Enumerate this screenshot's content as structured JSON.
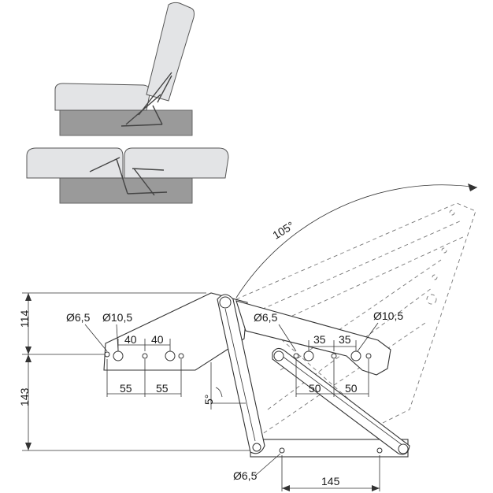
{
  "diagram": {
    "angles": {
      "opening": "105°",
      "tilt": "5°"
    },
    "holes": {
      "left_small": "Ø6,5",
      "left_large": "Ø10,5",
      "right_small": "Ø6,5",
      "right_large": "Ø10,5",
      "bottom": "Ø6,5"
    },
    "dims": {
      "height_top": "114",
      "height_bottom": "143",
      "left_spacing_a": "40",
      "left_spacing_b": "40",
      "left_pitch_a": "55",
      "left_pitch_b": "55",
      "right_spacing_a": "35",
      "right_spacing_b": "35",
      "right_pitch_a": "50",
      "right_pitch_b": "50",
      "bottom_length": "145"
    },
    "colors": {
      "cushion": "#e3e4e6",
      "frame": "#9a9a9a",
      "line": "#333333"
    }
  }
}
